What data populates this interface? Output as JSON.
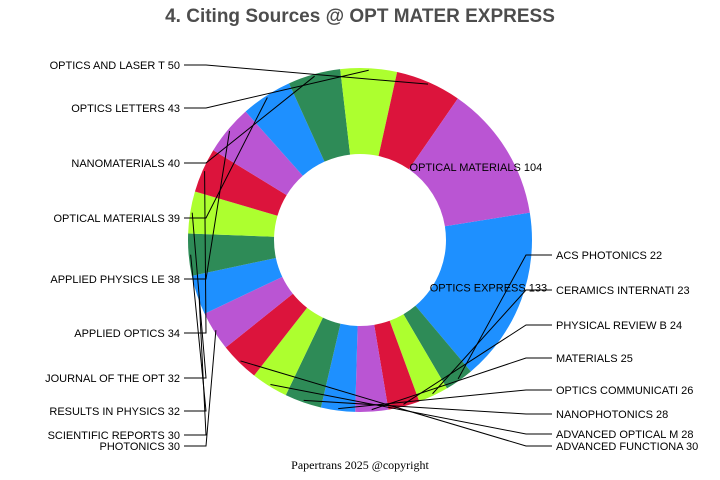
{
  "chart_data": {
    "type": "pie",
    "donut": true,
    "title": "4. Citing Sources @ OPT MATER EXPRESS",
    "footer": "Papertrans 2025 @copyright",
    "colors": [
      "#1e90ff",
      "#2e8b57",
      "#adff2f",
      "#dc143c",
      "#ba55d3"
    ],
    "slices": [
      {
        "label": "OPTICS EXPRESS",
        "value": 133
      },
      {
        "label": "ACS PHOTONICS",
        "value": 22
      },
      {
        "label": "CERAMICS INTERNATI",
        "value": 23
      },
      {
        "label": "PHYSICAL REVIEW B",
        "value": 24
      },
      {
        "label": "MATERIALS",
        "value": 25
      },
      {
        "label": "OPTICS COMMUNICATI",
        "value": 26
      },
      {
        "label": "NANOPHOTONICS",
        "value": 28
      },
      {
        "label": "ADVANCED OPTICAL M",
        "value": 28
      },
      {
        "label": "ADVANCED FUNCTIONA",
        "value": 30
      },
      {
        "label": "PHOTONICS",
        "value": 30
      },
      {
        "label": "SCIENTIFIC REPORTS",
        "value": 30
      },
      {
        "label": "RESULTS IN PHYSICS",
        "value": 32
      },
      {
        "label": "JOURNAL OF THE OPT",
        "value": 32
      },
      {
        "label": "APPLIED OPTICS",
        "value": 34
      },
      {
        "label": "APPLIED PHYSICS LE",
        "value": 38
      },
      {
        "label": "OPTICAL MATERIALS",
        "value": 39
      },
      {
        "label": "NANOMATERIALS",
        "value": 40
      },
      {
        "label": "OPTICS LETTERS",
        "value": 43
      },
      {
        "label": "OPTICS AND LASER T",
        "value": 50
      },
      {
        "label": "OPTICAL MATERIALS ",
        "value": 104
      }
    ]
  }
}
